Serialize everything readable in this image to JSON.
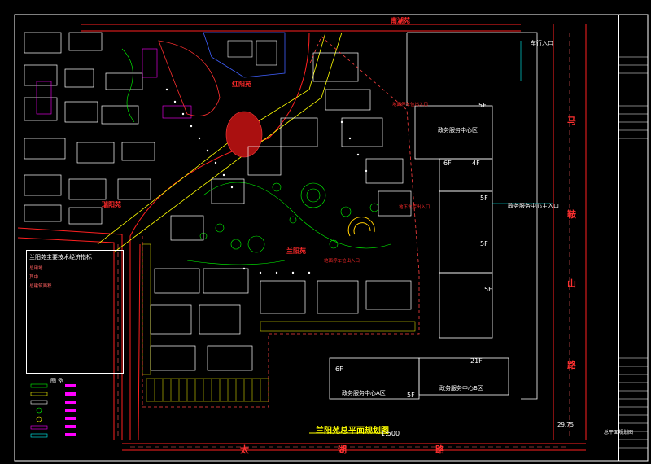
{
  "drawing": {
    "title": "兰阳苑总平面规划图",
    "scale": "1:500",
    "north_elevation": "29.75"
  },
  "zones": {
    "hongyang": "红阳苑",
    "ruiyang": "瑞阳苑",
    "lanyang": "兰阳苑"
  },
  "roads": {
    "right_chars": [
      "马",
      "鞍",
      "山",
      "路"
    ],
    "bottom_chars": [
      "太",
      "湖",
      "路"
    ],
    "top_label": "南湖苑",
    "vehicle_entrance": "车行入口",
    "gov_main_entrance": "政务服务中心主入口"
  },
  "buildings": {
    "gov_center": "政务服务中心区",
    "gov_center_a": "政务服务中心A区",
    "gov_center_b": "政务服务中心B区",
    "floors": [
      "5F",
      "6F",
      "4F",
      "5F",
      "5F",
      "5F",
      "6F",
      "21F",
      "5F"
    ],
    "red_labels": [
      "地面停车位出入口",
      "地下车库出入口",
      "地面停车位出入口"
    ]
  },
  "legend": {
    "title": "兰阳苑主要技术经济指标",
    "rows": [
      {
        "k": "总用地",
        "v": ""
      },
      {
        "k": "其中",
        "v": ""
      },
      {
        "k": "总建筑面积",
        "v": ""
      },
      {
        "k": "",
        "v": ""
      },
      {
        "k": "",
        "v": ""
      },
      {
        "k": "",
        "v": ""
      },
      {
        "k": "",
        "v": ""
      },
      {
        "k": "",
        "v": ""
      },
      {
        "k": "",
        "v": ""
      },
      {
        "k": "",
        "v": ""
      },
      {
        "k": "",
        "v": ""
      },
      {
        "k": "",
        "v": ""
      }
    ],
    "key_title": "图 例"
  },
  "title_block": {
    "sheet_name": "总平面规划图"
  },
  "colors": {
    "background": "#000000",
    "building": "#ffffff",
    "greenery": "#00ff00",
    "road_line": "#ff0000",
    "annotation": "#ffff00",
    "cyan": "#00ffff",
    "magenta": "#ff00ff"
  }
}
